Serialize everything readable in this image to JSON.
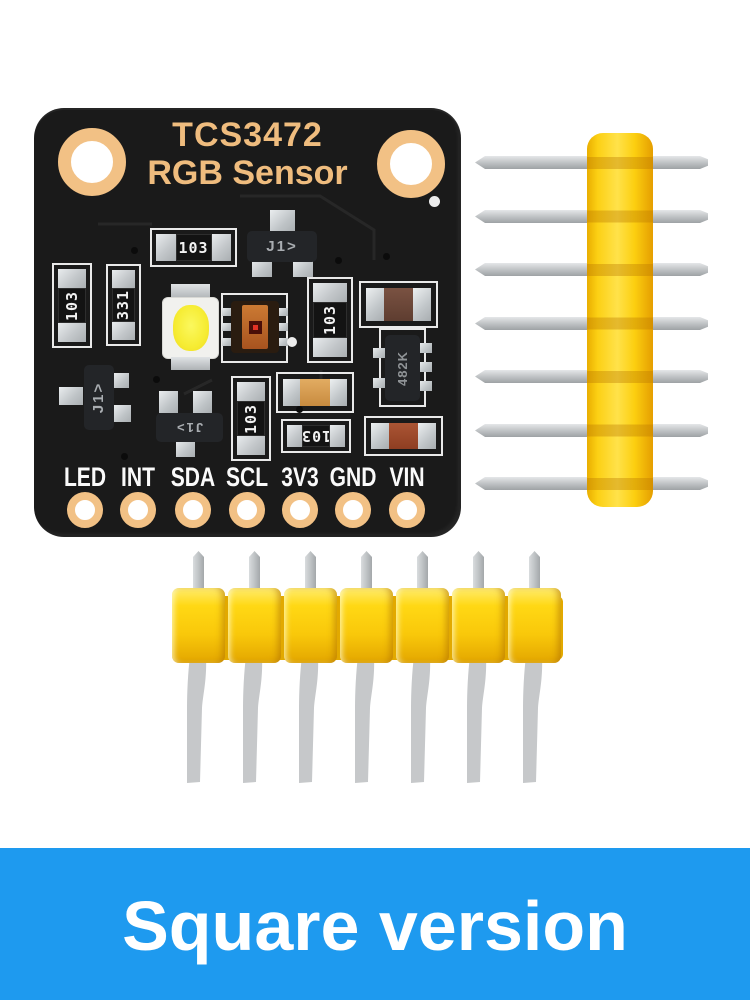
{
  "image_type": "product-photo",
  "board": {
    "title_line1": "TCS3472",
    "title_line2": "RGB Sensor",
    "pin_labels": [
      "LED",
      "INT",
      "SDA",
      "SCL",
      "3V3",
      "GND",
      "VIN"
    ],
    "markings": {
      "r_top": "103",
      "r_left_outer": "103",
      "r_left_inner": "331",
      "r_right_mid": "103",
      "r_bottom_center": "103",
      "r_bottom_right": "103",
      "transistor_top": "J1>",
      "transistor_left": "J1>",
      "transistor_bottom": "J1>",
      "regulator_ic": "482K"
    }
  },
  "headers": {
    "vertical_header_pin_count": 7,
    "horizontal_header_pin_count": 7
  },
  "banner": {
    "label": "Square version"
  },
  "colors": {
    "banner_bg": "#1E9AEF",
    "banner_text": "#FFFFFF",
    "pcb_black": "#1A1A1A",
    "silk_gold_text": "#EFBC7E",
    "pad_gold": "#F2C185",
    "silkscreen_white": "#E9E9E9",
    "header_yellow": "#FFD814",
    "pin_silver": "#C4C7C9",
    "led_yellow": "#F6EC33",
    "sensor_orange": "#C0712F"
  }
}
